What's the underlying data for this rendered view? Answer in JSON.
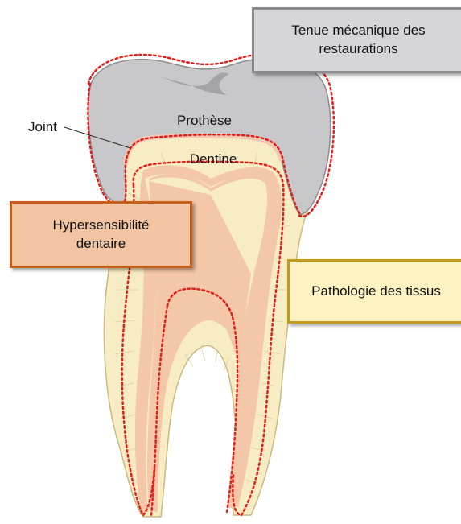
{
  "labels": {
    "joint": "Joint",
    "prothese": "Prothèse",
    "dentine": "Dentine"
  },
  "boxes": {
    "mechanical": "Tenue mécanique des\nrestaurations",
    "hypersensitivity": "Hypersensibilité\ndentaire",
    "pathology": "Pathologie des tissus"
  },
  "colors": {
    "prosthesis": "#c8c8ca",
    "dentin": "#f7ecc4",
    "pulp": "#f3c7a8",
    "dotted_outline": "#e0201b",
    "mechanical_box": "#d6d6d8",
    "hypersensitivity_box": "#f3c4a1",
    "pathology_box": "#fdf3c2"
  }
}
